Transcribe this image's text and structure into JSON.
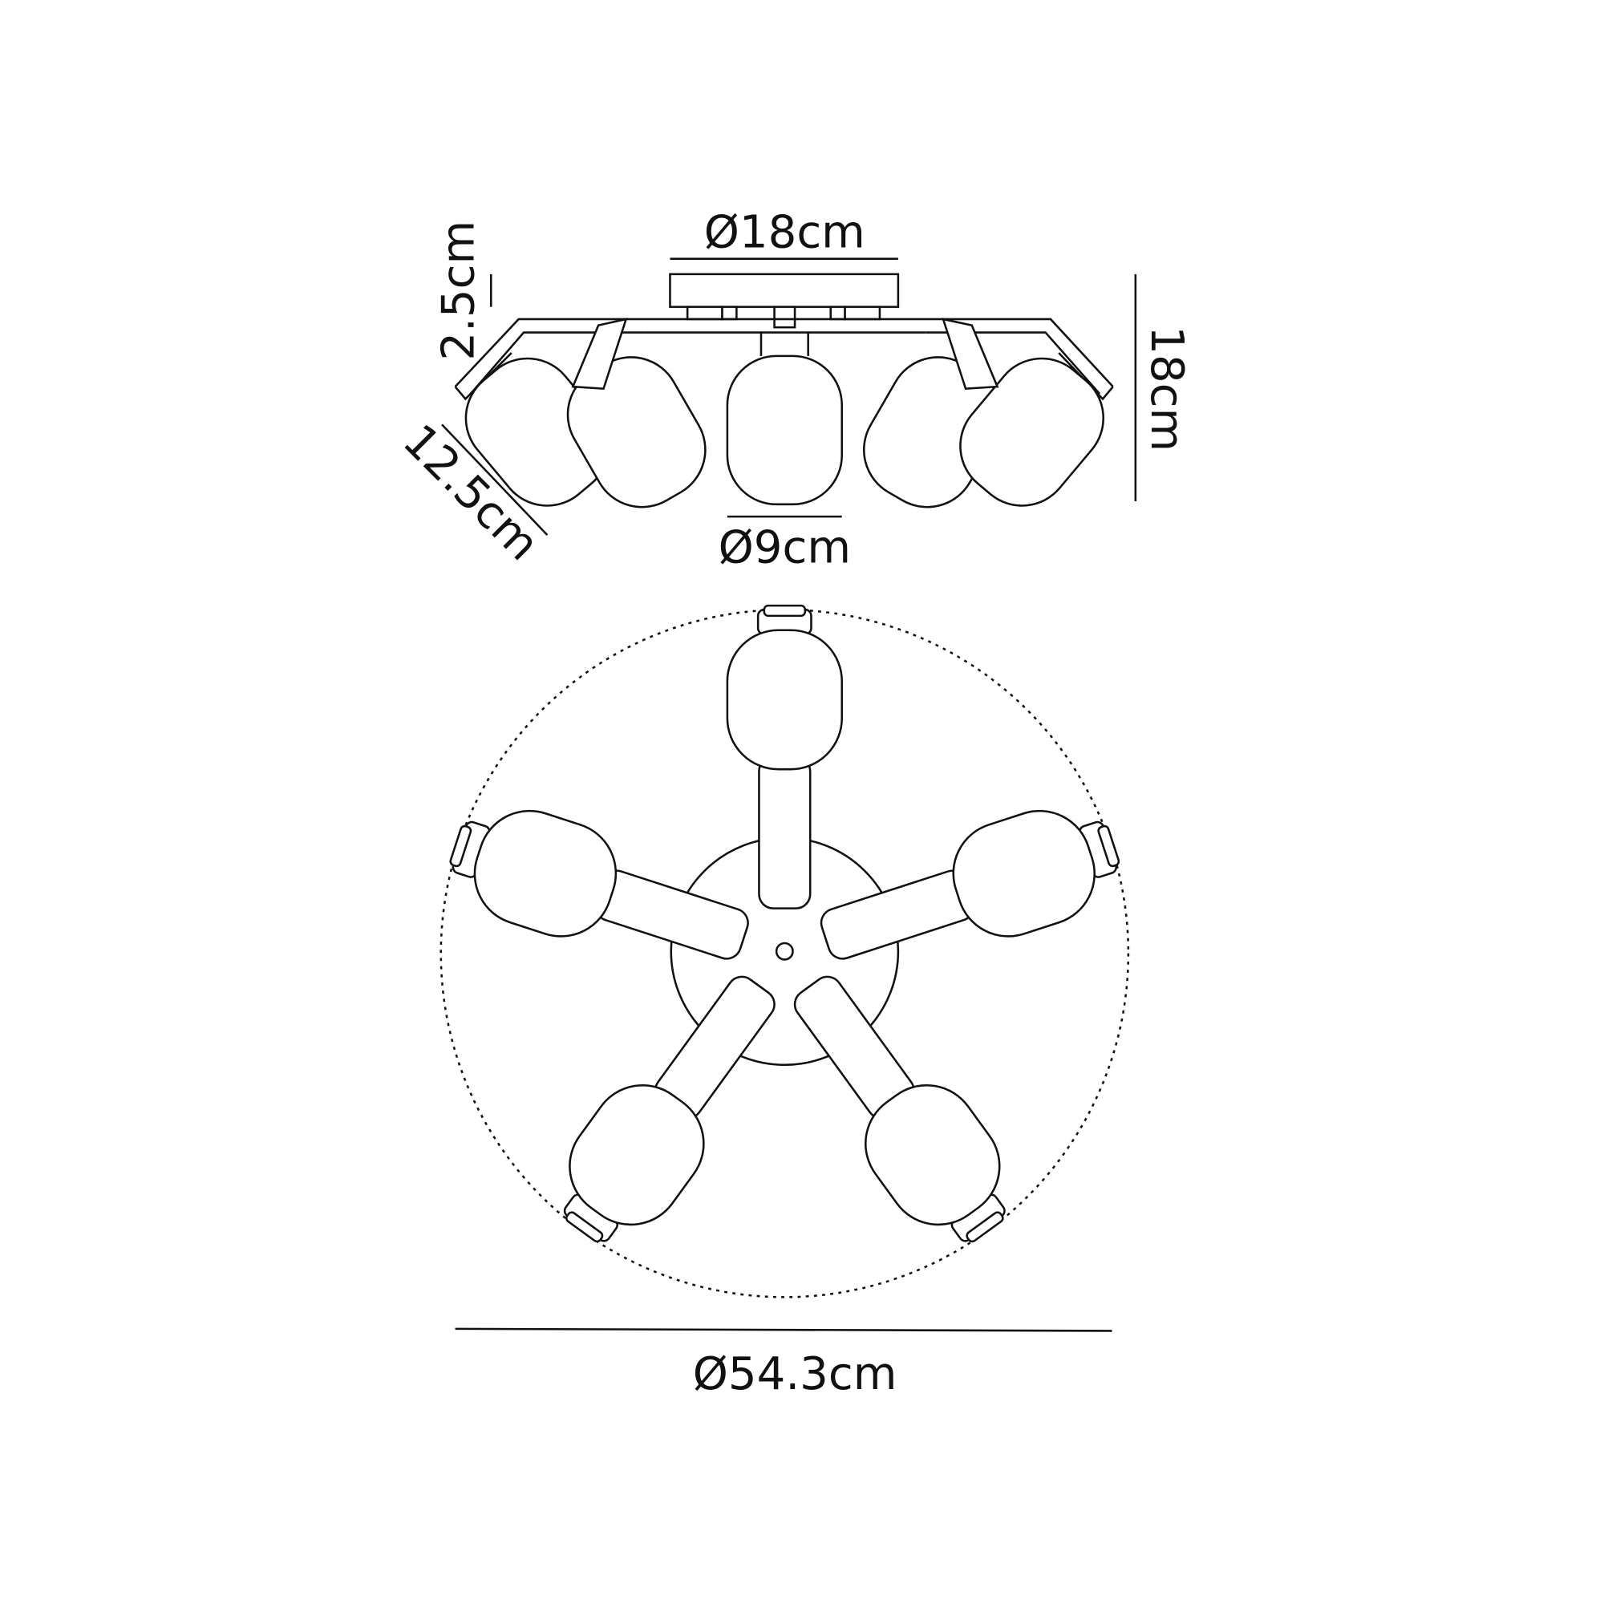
{
  "title": "Ceiling light technical dimension drawing",
  "side_view": {
    "canopy_diameter": "Ø18cm",
    "canopy_height": "2.5cm",
    "total_height": "18cm",
    "shade_depth": "12.5cm",
    "shade_diameter": "Ø9cm"
  },
  "top_view": {
    "overall_diameter": "Ø54.3cm",
    "arm_count": 5
  },
  "colors": {
    "line": "#111111",
    "background": "#ffffff"
  }
}
